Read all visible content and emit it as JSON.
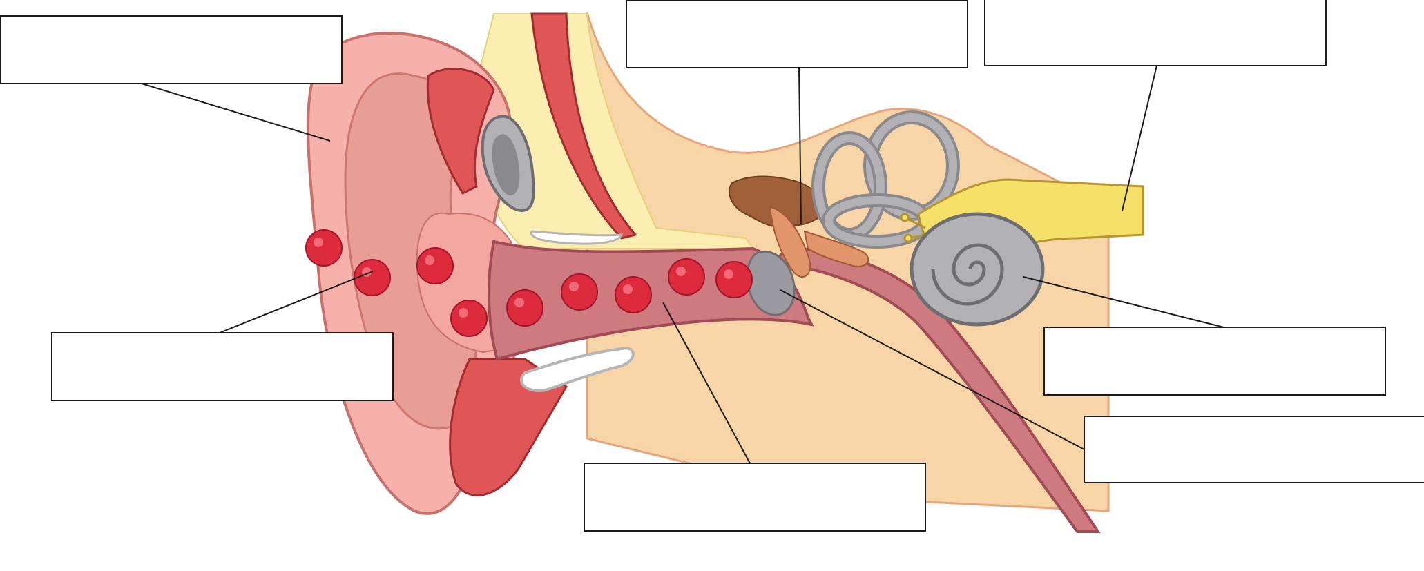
{
  "diagram": {
    "subject": "ear-anatomy-worksheet",
    "colors": {
      "pinna": "#f6b2aa",
      "pinna_inner": "#e79c93",
      "pinna_outline": "#c9706a",
      "skin": "#f8d5a6",
      "fat_yellow": "#fbeeb0",
      "muscle_red": "#e05555",
      "canal": "#cd7b7f",
      "canal_outline": "#a24a55",
      "bone_grey": "#b2b2b6",
      "bone_dark": "#8a8a8e",
      "ossicle_brown": "#a0603a",
      "ossicle_orange": "#e2946a",
      "nerve_yellow": "#f5e06a",
      "sound_dot": "#dd2a3c"
    },
    "labels": [
      {
        "id": "label-pinna",
        "text": ""
      },
      {
        "id": "label-sound-waves",
        "text": ""
      },
      {
        "id": "label-ear-canal",
        "text": ""
      },
      {
        "id": "label-ossicles",
        "text": ""
      },
      {
        "id": "label-auditory-nerve",
        "text": ""
      },
      {
        "id": "label-cochlea",
        "text": ""
      },
      {
        "id": "label-eardrum",
        "text": ""
      }
    ]
  }
}
